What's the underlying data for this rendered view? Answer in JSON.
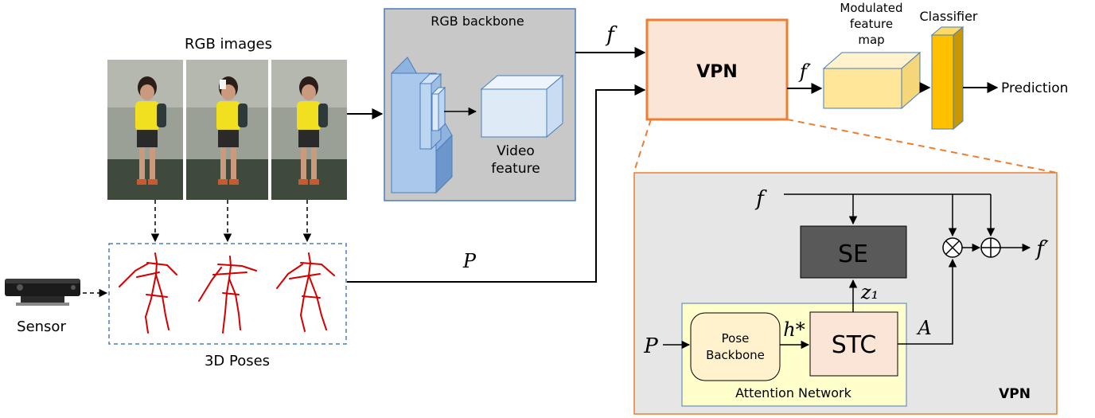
{
  "rgb": {
    "title": "RGB images",
    "frame_count": 3
  },
  "poses": {
    "title": "3D Poses",
    "skeleton_count": 3,
    "skeleton_color": "#d40000"
  },
  "sensor": {
    "label": "Sensor"
  },
  "backbone": {
    "title": "RGB backbone",
    "video_feature_line1": "Video",
    "video_feature_line2": "feature"
  },
  "vpn": {
    "label": "VPN"
  },
  "modulated": {
    "line1": "Modulated",
    "line2": "feature",
    "line3": "map"
  },
  "classifier": {
    "label": "Classifier"
  },
  "prediction": {
    "label": "Prediction"
  },
  "symbols": {
    "f": "f",
    "f_prime": "f′",
    "P": "P",
    "h_star": "h*",
    "z1": "z₁",
    "A": "A"
  },
  "detail": {
    "se": "SE",
    "stc": "STC",
    "pose_backbone_line1": "Pose",
    "pose_backbone_line2": "Backbone",
    "attention_network": "Attention Network",
    "vpn_label": "VPN",
    "multiply_op": "⊗",
    "add_op": "⊕"
  },
  "colors": {
    "vpn_border": "#ed7d31",
    "vpn_fill": "#fbe5d6",
    "backbone_fill": "#c8c8c8",
    "backbone_border": "#4a7ebb",
    "cube_blue": "#a9c8ec",
    "cube_light": "#deebf7",
    "cube_yellow": "#ffe699",
    "classifier_orange": "#ffc000",
    "detail_panel": "#e6e6e6",
    "se_fill": "#595959",
    "stc_fill": "#fbe5d6",
    "attention_fill": "#ffffcc",
    "pose_backbone_fill": "#fff2cc",
    "dashed_box": "#4a7ebb"
  }
}
